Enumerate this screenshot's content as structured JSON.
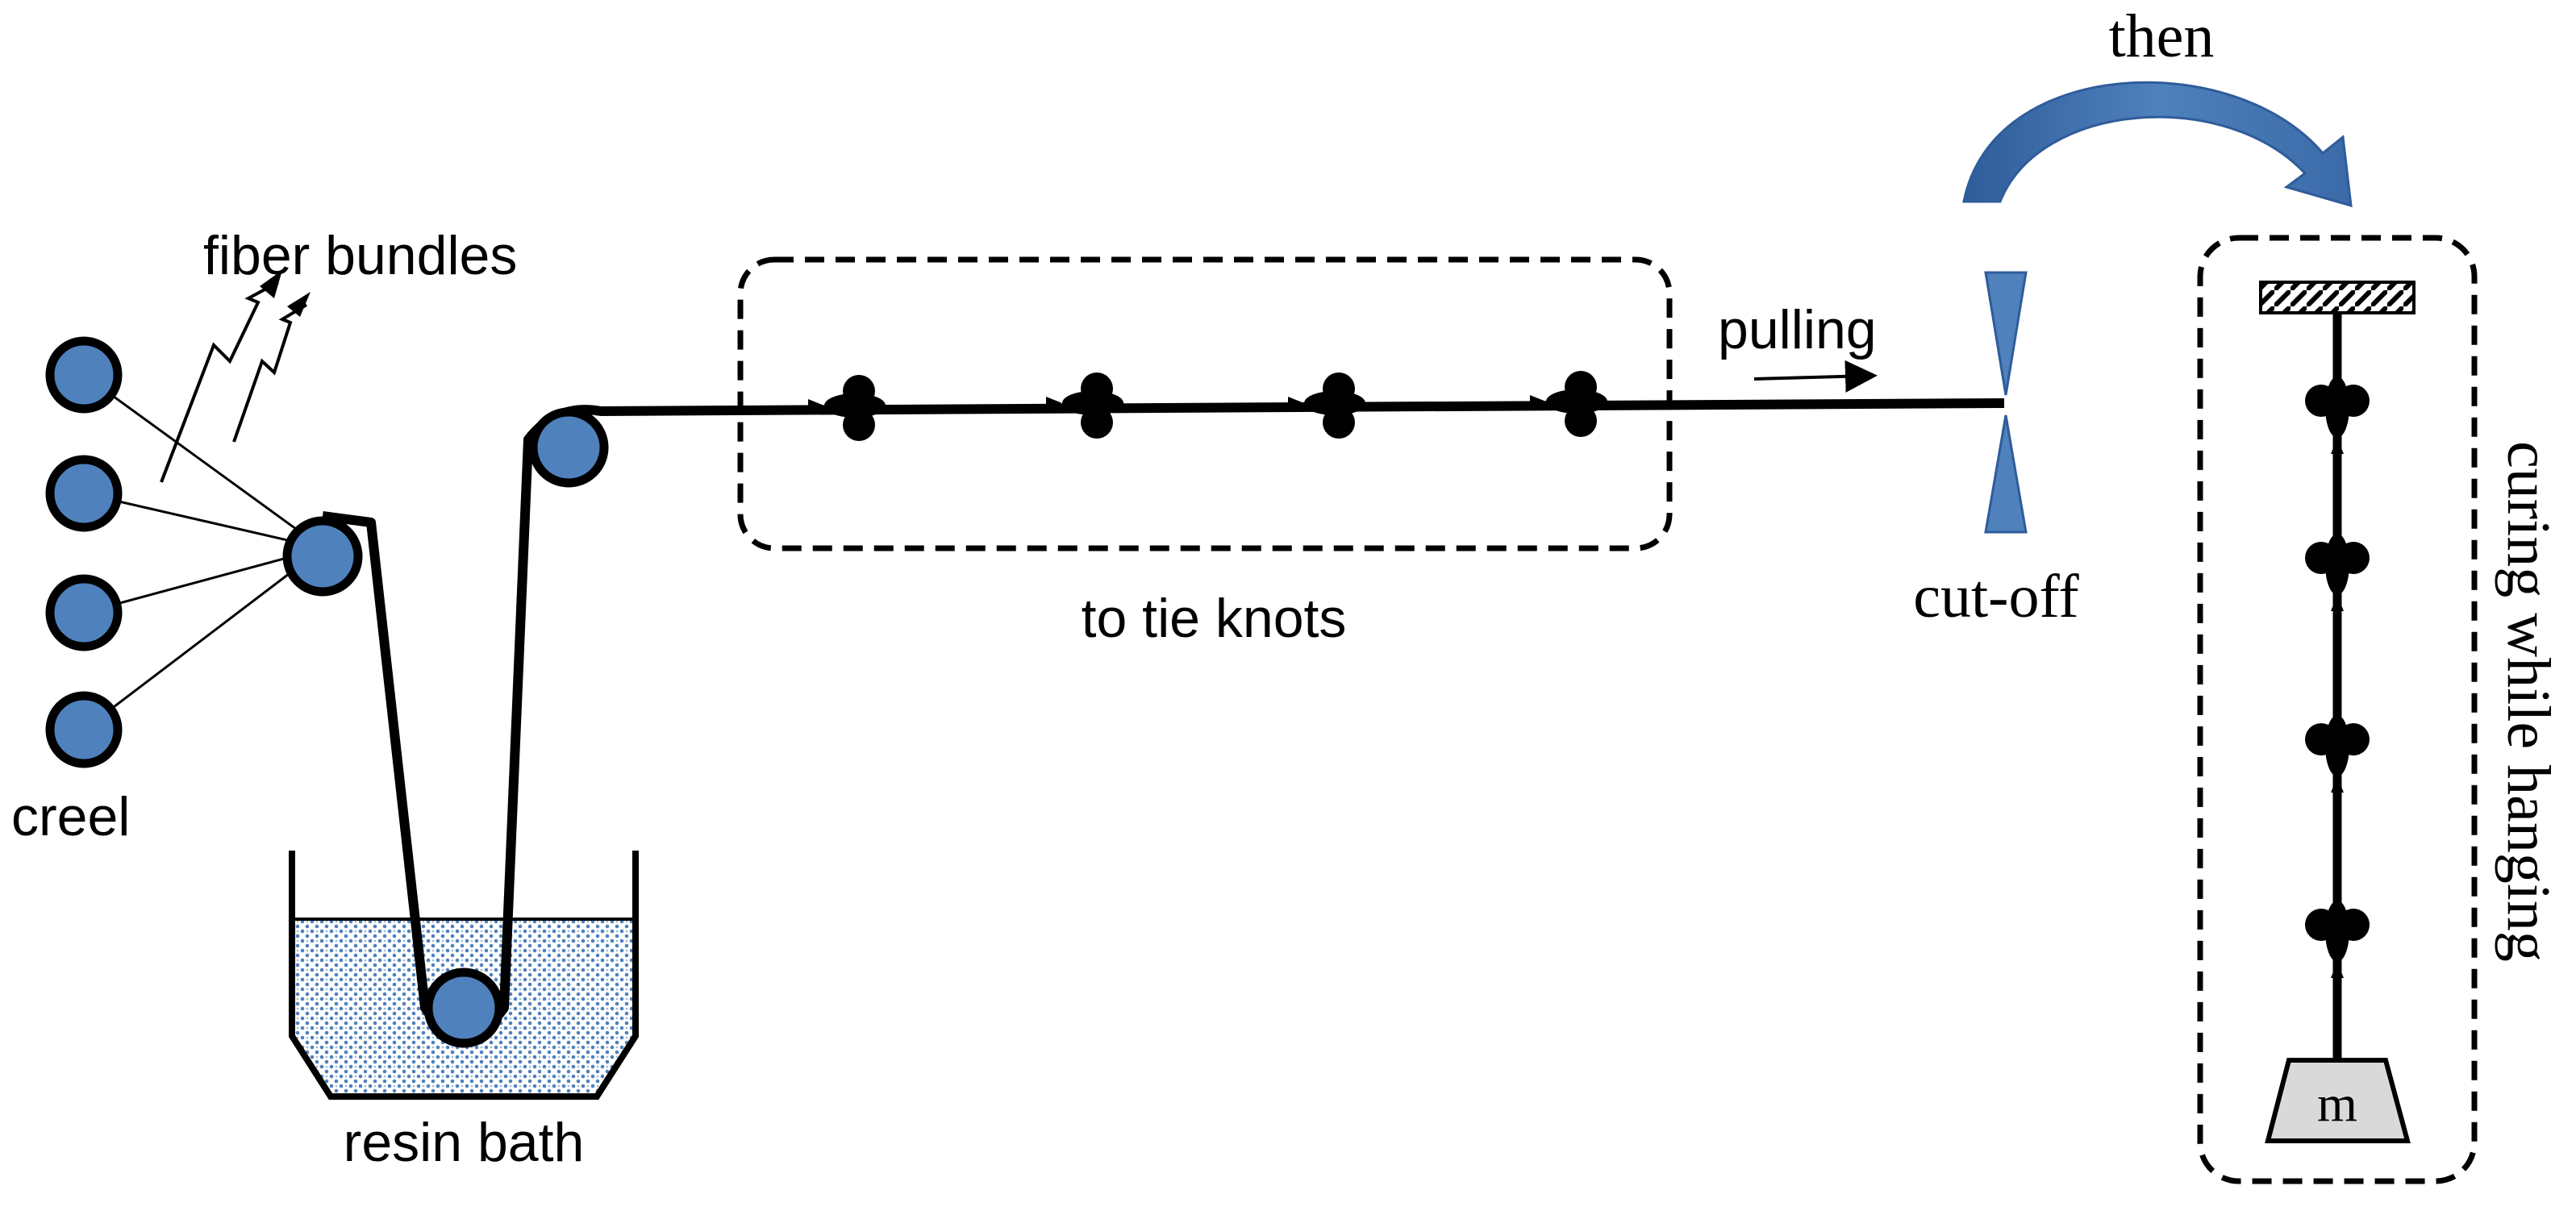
{
  "labels": {
    "fiber_bundles": "fiber bundles",
    "creel": "creel",
    "resin_bath": "resin bath",
    "to_tie_knots": "to tie knots",
    "pulling": "pulling",
    "cut_off": "cut-off",
    "then": "then",
    "curing_while_hanging": "curing while hanging",
    "mass": "m"
  },
  "colors": {
    "roller_fill": "#4f81bd",
    "roller_stroke": "#000000",
    "line": "#000000",
    "resin_dots": "#4f81bd",
    "blade": "#4f81bd",
    "arrow": "#3e6fb0",
    "weight_fill": "#d9d9d9"
  }
}
